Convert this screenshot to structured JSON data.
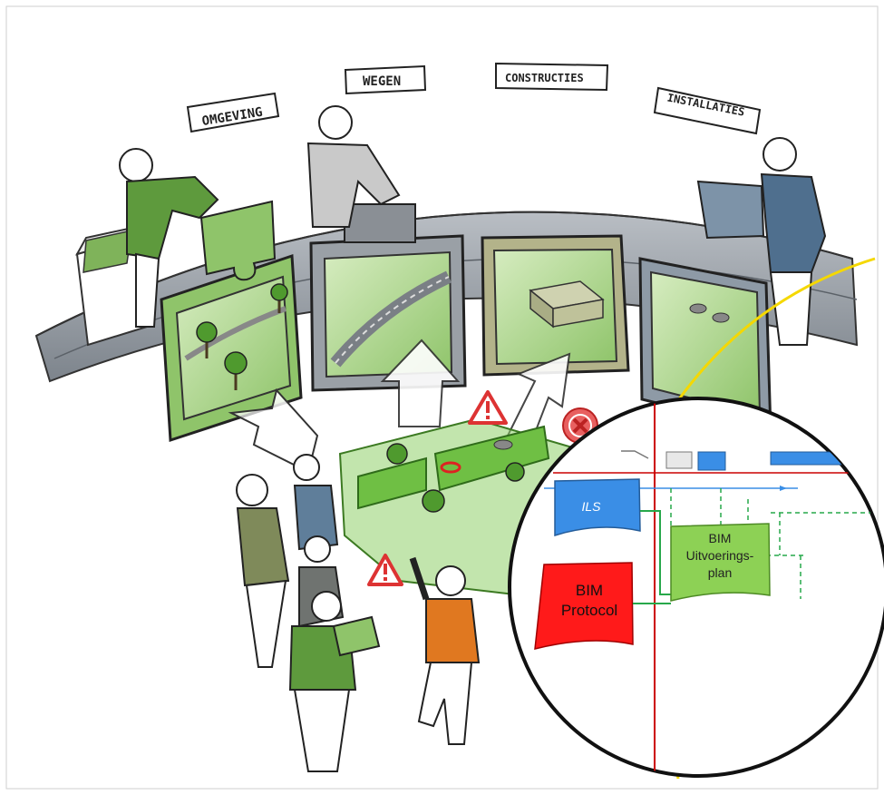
{
  "signs": {
    "omgeving": "OMGEVING",
    "wegen": "WEGEN",
    "constructies": "CONSTRUCTIES",
    "installaties": "INSTALLATIES"
  },
  "detail": {
    "ils": "ILS",
    "bim_protocol_line1": "BIM",
    "bim_protocol_line2": "Protocol",
    "bim_uitvoeringsplan_line1": "BIM",
    "bim_uitvoeringsplan_line2": "Uitvoerings-",
    "bim_uitvoeringsplan_line3": "plan"
  },
  "colors": {
    "green_panel": "#8fc46a",
    "grey_panel": "#9aa0a6",
    "ils_blue": "#3a8ee6",
    "protocol_red": "#ff1a1a",
    "plan_green": "#8dd155",
    "ring_yellow": "#f5d800",
    "red_line": "#cc0000"
  },
  "icons": [
    "warning-icon",
    "cancel-icon",
    "puzzle-piece-icon",
    "tree-icon"
  ]
}
